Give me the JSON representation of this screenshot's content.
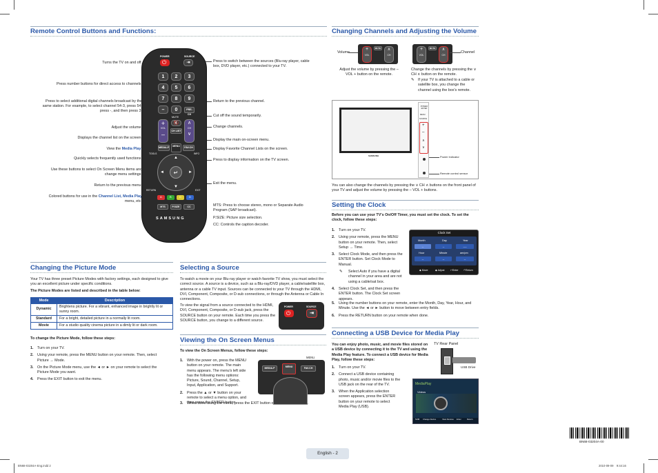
{
  "remote_section": {
    "title": "Remote Control Buttons and Functions:",
    "left_labels": [
      {
        "text": "Turns the TV on and off."
      },
      {
        "text": "Press number buttons for direct access to channels."
      },
      {
        "text": "Press to select additional digital channels broadcast by the same station. For example, to select channel 54-3, press 54, press -, and then press 3."
      },
      {
        "text": "Adjust the volume."
      },
      {
        "text": "Displays the channel list on the screen."
      },
      {
        "pre": "View the ",
        "link": "Media Play",
        "post": "."
      },
      {
        "text": "Quickly selects frequently used functions."
      },
      {
        "text": "Use these buttons to select On Screen Menu items and change menu settings."
      },
      {
        "text": "Return to the previous menu."
      },
      {
        "pre": "Colored buttons for use in the ",
        "link": "Channel List, Media Play",
        "post": " menu, etc."
      }
    ],
    "right_labels": [
      "Press to switch between the sources (Blu-ray player, cable box, DVD player, etc.) connected to your TV.",
      "Return to the previous channel.",
      "Cut off the sound temporarily.",
      "Change channels.",
      "Display the main on-screen menu.",
      "Display Favorite Channel Lists on the screen.",
      "Press to display information on the TV screen.",
      "Exit the menu."
    ],
    "notes": [
      "MTS: Press to choose stereo, mono or Separate Audio Program (SAP broadcast).",
      "P.SIZE: Picture size selection.",
      "CC: Controls the caption decoder."
    ],
    "remote_buttons": {
      "power": "POWER",
      "source": "SOURCE",
      "digits": [
        "1",
        "2",
        "3",
        "4",
        "5",
        "6",
        "7",
        "8",
        "9",
        "–",
        "0",
        "PRE-CH"
      ],
      "mute": "MUTE",
      "vol": "VOL",
      "ch": "CH",
      "chlist": "CH LIST",
      "mediap": "MEDIA.P",
      "menu": "MENU",
      "favch": "FAV.CH",
      "tools": "TOOLS",
      "info": "INFO",
      "return": "RETURN",
      "exit": "EXIT",
      "colors": [
        "A",
        "B",
        "C",
        "D"
      ],
      "bottom": [
        "MTS",
        "P.SIZE",
        "CC"
      ],
      "brand": "SAMSUNG"
    }
  },
  "channels_section": {
    "title": "Changing Channels and Adjusting the Volume",
    "volume_label": "Volume",
    "channel_label": "Channel",
    "volume_caption": "Adjust the volume by pressing the – VOL + button on the remote.",
    "channel_caption": "Change the channels by pressing the ∨ CH ∧ button on the remote.",
    "note": "If your TV is attached to a cable or satellite box, you change the channel using the box's remote.",
    "power_indicator": "Power Indicator",
    "remote_sensor": "Remote control sensor",
    "panel_text": "You can also change the channels by pressing the ∨ CH ∧ buttons on the front panel of your TV and adjust the volume by pressing the – VOL + buttons.",
    "panel_buttons": [
      "POWER/ ENTER",
      "MENU",
      "SOURCE",
      "+",
      "–",
      "∧",
      "∨"
    ],
    "tv_brand": "SAMSUNG"
  },
  "clock_section": {
    "title": "Setting the Clock",
    "intro": "Before you can use your TV's On/Off Timer, you must set the clock. To set the clock, follow these steps:",
    "steps": [
      {
        "n": "1.",
        "text": "Turn on your TV."
      },
      {
        "n": "2.",
        "text": "Using your remote, press the MENU button on your remote. Then, select Setup → Time."
      },
      {
        "n": "3.",
        "text": "Select Clock Mode, and then press the ENTER button. Set Clock Mode to Manual."
      },
      {
        "n": "",
        "text": "Select Auto if you have a digital channel in your area and are not using a cable/sat box."
      },
      {
        "n": "4.",
        "text": "Select Clock Set, and then press the ENTER button. The Clock Set screen appears."
      },
      {
        "n": "5.",
        "text": "Using the number buttons on your remote, enter the Month, Day, Year, Hour, and Minute. Use the ◄ or ► button to move between entry fields."
      },
      {
        "n": "6.",
        "text": "Press the RETURN button on your remote when done."
      }
    ],
    "clock_osd": {
      "title": "Clock Set",
      "row1": [
        "Month",
        "Day",
        "Year"
      ],
      "row1_vals": [
        "--",
        "--",
        "----"
      ],
      "row2": [
        "Hour",
        "Minute",
        "am/pm"
      ],
      "row2_vals": [
        "--",
        "--",
        "--"
      ],
      "footer": [
        "◆ Move",
        "◆ Adjust",
        "Enter",
        "Return"
      ]
    }
  },
  "picture_section": {
    "title": "Changing the Picture Mode",
    "intro": "Your TV has three preset Picture Modes with factory settings, each designed to give you an excellent picture under specific conditions.",
    "table_caption": "The Picture Modes are listed and described in the table below:",
    "table_headers": [
      "Mode",
      "Description"
    ],
    "table_rows": [
      {
        "mode": "Dynamic",
        "desc": "Brightens picture. For a vibrant, enhanced image in brightly lit or sunny room."
      },
      {
        "mode": "Standard",
        "desc": "For a bright, detailed picture in a normally lit room."
      },
      {
        "mode": "Movie",
        "desc": "For a studio quality cinema picture in a dimly lit or dark room."
      }
    ],
    "steps_intro": "To change the Picture Mode, follow these steps:",
    "steps": [
      {
        "n": "1.",
        "text": "Turn on your TV."
      },
      {
        "n": "2.",
        "text": "Using your remote, press the MENU button on your remote. Then, select Picture → Mode."
      },
      {
        "n": "3.",
        "text": "On the Picture Mode menu, use the ◄ or ► on your remote to select the Picture Mode you want."
      },
      {
        "n": "4.",
        "text": "Press the EXIT button to exit the menu."
      }
    ]
  },
  "source_section": {
    "title": "Selecting a Source",
    "p1": "To watch a movie on your Blu-ray player or watch favorite TV show, you must select the correct source. A source is a device, such as a Blu-ray/DVD player, a cable/satellite box, antenna or a cable TV input. Sources can be connected to your TV through the HDMI, DVI, Component, Composite, or D-sub connections, or through the Antenna or Cable In connections.",
    "p2": "To view the signal from a source connected to the HDMI, DVI, Component, Composite, or D-sub jack, press the SOURCE button on your remote. Each time you press the SOURCE button, you change to a different source.",
    "buttons": [
      "POWER",
      "SOURCE"
    ]
  },
  "osd_section": {
    "title": "Viewing the On Screen Menus",
    "intro": "To view the On Screen Menus, follow these steps:",
    "menu_label": "MENU",
    "steps": [
      {
        "n": "1.",
        "text": "With the power on, press the MENU button on your remote. The main menu appears. The menu's left side has the following menu options: Picture, Sound, Channel, Setup, Input, Application, and Support."
      },
      {
        "n": "2.",
        "text": "Press the ▲ or ▼ button on your remote to select a menu option, and then press the ENTER button."
      },
      {
        "n": "3.",
        "text": "When done using the menu, press the EXIT button on your remote to exit."
      }
    ],
    "buttons": [
      "MEDIA.P",
      "MENU",
      "FAV.CH"
    ]
  },
  "usb_section": {
    "title": "Connecting a USB Device for Media Play",
    "intro": "You can enjoy photo, music, and movie files stored on a USB device by connecting it to the TV and using the Media Play feature. To connect a USB device for Media Play, follow these steps:",
    "rear_panel": "TV Rear Panel",
    "usb_drive": "USB Drive",
    "steps": [
      {
        "n": "1.",
        "text": "Turn on your TV."
      },
      {
        "n": "2.",
        "text": "Connect a USB device containing photo, music and/or movie files to the USB jack on the rear of the TV."
      },
      {
        "n": "3.",
        "text": "When the Application selection screen appears, press the ENTER button on your remote to select Media Play (USB)."
      }
    ],
    "mp_title": "MediaPlay",
    "mp_category": "Videos",
    "mp_footer": [
      "SUM",
      "Change Device",
      "View Devices",
      "Enter",
      "Return"
    ]
  },
  "footer": {
    "page": "English - 2",
    "barcode_num": "BN68-03204A-00",
    "file_info": "BN68-03204A-Eng.indd  2",
    "date_info": "2010-09-09     9:44:16"
  }
}
